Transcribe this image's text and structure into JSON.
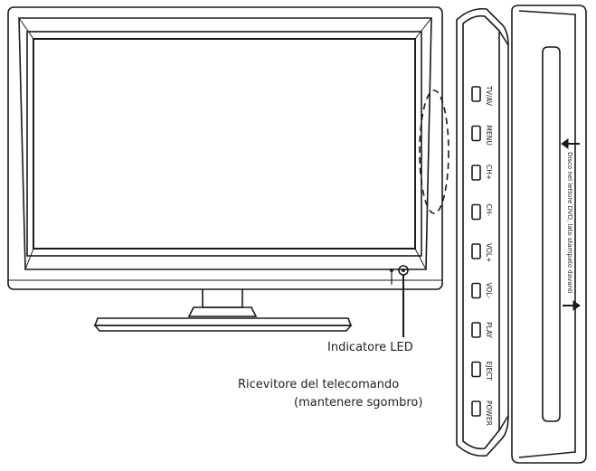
{
  "colors": {
    "stroke": "#1a1a1a",
    "background": "#ffffff"
  },
  "callouts": {
    "led_indicator": "Indicatore LED",
    "remote_receiver_line1": "Ricevitore del telecomando",
    "remote_receiver_line2": "(mantenere sgombro)"
  },
  "side_buttons": [
    {
      "label": "TV/AV"
    },
    {
      "label": "MENU"
    },
    {
      "label": "CH+"
    },
    {
      "label": "CH-"
    },
    {
      "label": "VOL+"
    },
    {
      "label": "VOL-"
    },
    {
      "label": "PLAY"
    },
    {
      "label": "EJECT"
    },
    {
      "label": "POWER"
    }
  ],
  "disc_slot_note": "Disco nel lettore DVD, lato stampato davanti"
}
